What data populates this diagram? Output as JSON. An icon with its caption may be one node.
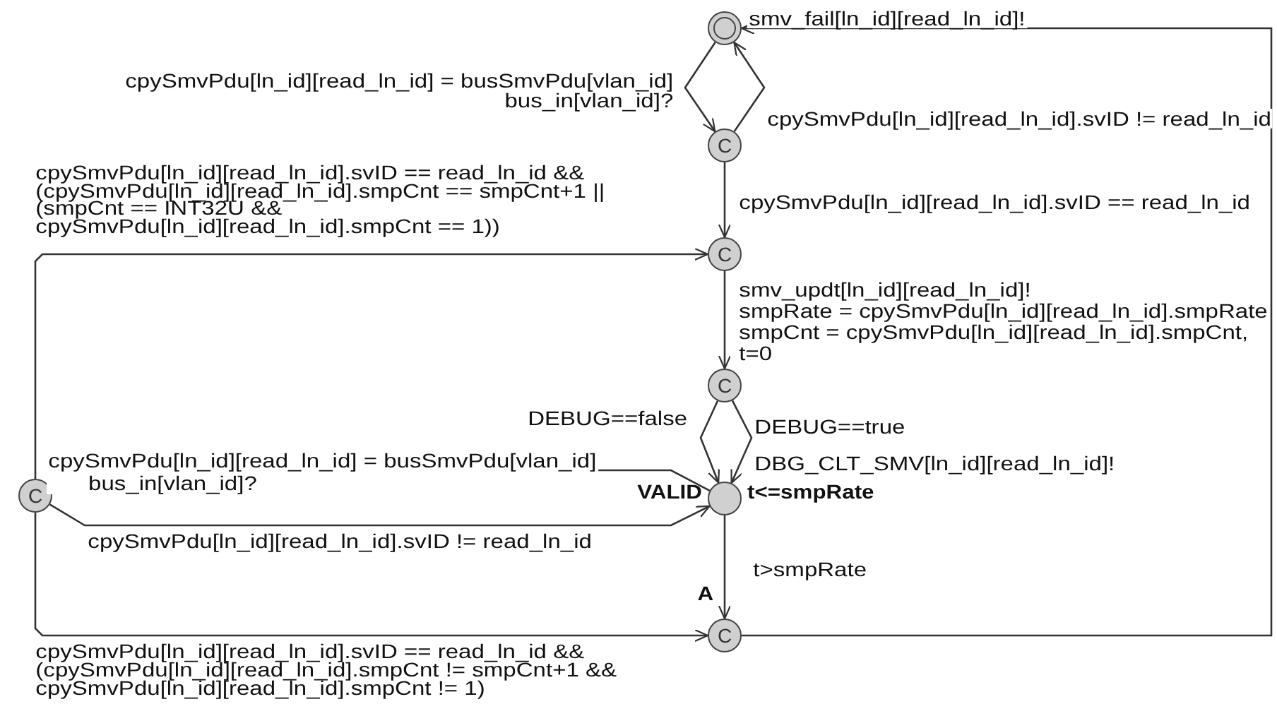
{
  "diagram": {
    "nodes": [
      {
        "text": [],
        "shape": "circle"
      },
      {
        "text": [
          "C"
        ]
      },
      {
        "text": [
          "C"
        ]
      },
      {
        "text": [
          "C"
        ]
      },
      {
        "text": [
          "VALID",
          "t<=smpRate"
        ]
      },
      {
        "text": [
          "C"
        ]
      },
      {
        "text": [
          "A",
          "C"
        ]
      }
    ],
    "edges": [
      {
        "from": 0,
        "to": 1,
        "arrow": "to",
        "label": "cpySmvPdu[ln_id][read_ln_id] = busSmvPdu[vlan_id] bus_in[vlan_id]?"
      },
      {
        "from": 1,
        "to": 0,
        "arrow": "to",
        "label": "cpySmvPdu[ln_id][read_ln_id].svID != read_ln_id"
      },
      {
        "from": 1,
        "to": 2,
        "arrow": "to",
        "label": "cpySmvPdu[ln_id][read_ln_id].svID == read_ln_id"
      },
      {
        "from": 5,
        "to": 2,
        "arrow": "to",
        "label": "cpySmvPdu[ln_id][read_ln_id].svID == read_ln_id && (cpySmvPdu[ln_id][read_ln_id].smpCnt == smpCnt+1 || (smpCnt == INT32U && cpySmvPdu[ln_id][read_ln_id].smpCnt == 1))"
      },
      {
        "from": 2,
        "to": 3,
        "arrow": "to",
        "label": "smv_updt[ln_id][read_ln_id]! smpRate = cpySmvPdu[ln_id][read_ln_id].smpRate smpCnt = cpySmvPdu[ln_id][read_ln_id].smpCnt, t=0"
      },
      {
        "from": 3,
        "to": 4,
        "arrow": "to",
        "label": "DEBUG==false"
      },
      {
        "from": 3,
        "to": 4,
        "arrow": "to",
        "label": "DEBUG==true DBG_CLT_SMV[ln_id][read_ln_id]!"
      },
      {
        "from": 4,
        "to": 5,
        "arrow": "to",
        "label": "cpySmvPdu[ln_id][read_ln_id] = busSmvPdu[vlan_id] bus_in[vlan_id]?"
      },
      {
        "from": 5,
        "to": 4,
        "arrow": "to",
        "label": "cpySmvPdu[ln_id][read_ln_id].svID != read_ln_id"
      },
      {
        "from": 4,
        "to": 6,
        "arrow": "to",
        "label": "t>smpRate"
      },
      {
        "from": 5,
        "to": 6,
        "arrow": "to",
        "label": "cpySmvPdu[ln_id][read_ln_id].svID == read_ln_id && (cpySmvPdu[ln_id][read_ln_id].smpCnt != smpCnt+1 && cpySmvPdu[ln_id][read_ln_id].smpCnt != 1)"
      },
      {
        "from": 6,
        "to": 0,
        "arrow": "to",
        "label": "smv_fail[ln_id][read_ln_id]!"
      }
    ]
  }
}
